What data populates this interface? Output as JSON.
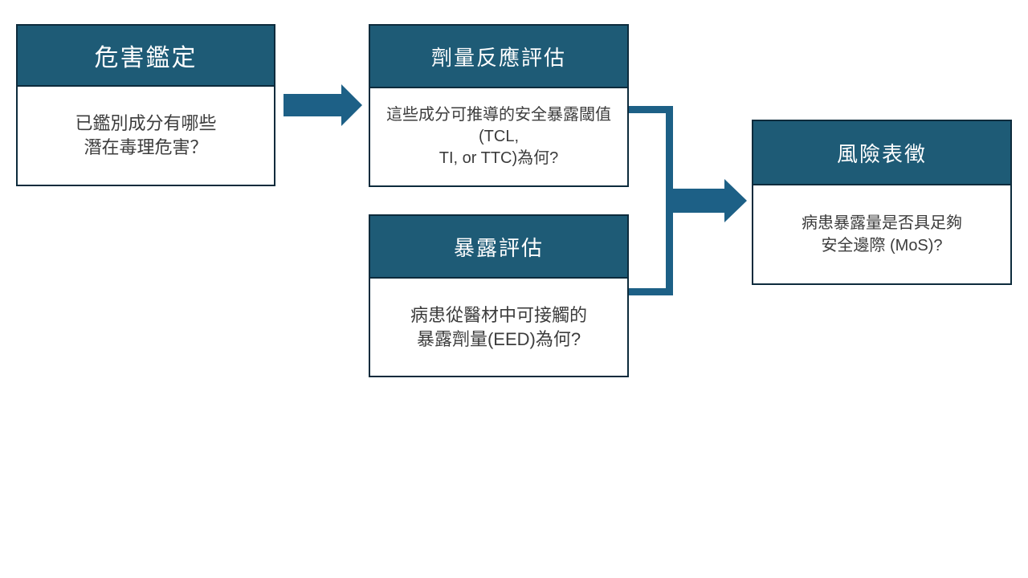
{
  "colors": {
    "header_fill": "#1E5B76",
    "box_border": "#0D2B3C",
    "arrow_fill": "#1D6086",
    "header_text": "#FFFFFF",
    "body_text": "#3C3C3C",
    "background": "#FFFFFF"
  },
  "diagram": {
    "type": "flowchart",
    "boxes": [
      {
        "title": "危害鑑定",
        "body_lines": [
          "已鑑別成分有哪些",
          "潛在毒理危害？"
        ]
      },
      {
        "title": "劑量反應評估",
        "body_lines": [
          "這些成分可推導的安全暴露閾值(TCL,",
          "TI, or TTC)為何?"
        ]
      },
      {
        "title": "暴露評估",
        "body_lines": [
          "病患從醫材中可接觸的",
          "暴露劑量(EED)為何?"
        ]
      },
      {
        "title": "風險表徵",
        "body_lines": [
          "病患暴露量是否具足夠",
          "安全邊際 (MoS)?"
        ]
      }
    ],
    "connections": [
      {
        "from": "危害鑑定",
        "to": "劑量反應評估",
        "type": "arrow"
      },
      {
        "from": "劑量反應評估",
        "to": "風險表徵",
        "type": "merge-arrow"
      },
      {
        "from": "暴露評估",
        "to": "風險表徵",
        "type": "merge-arrow"
      }
    ]
  }
}
